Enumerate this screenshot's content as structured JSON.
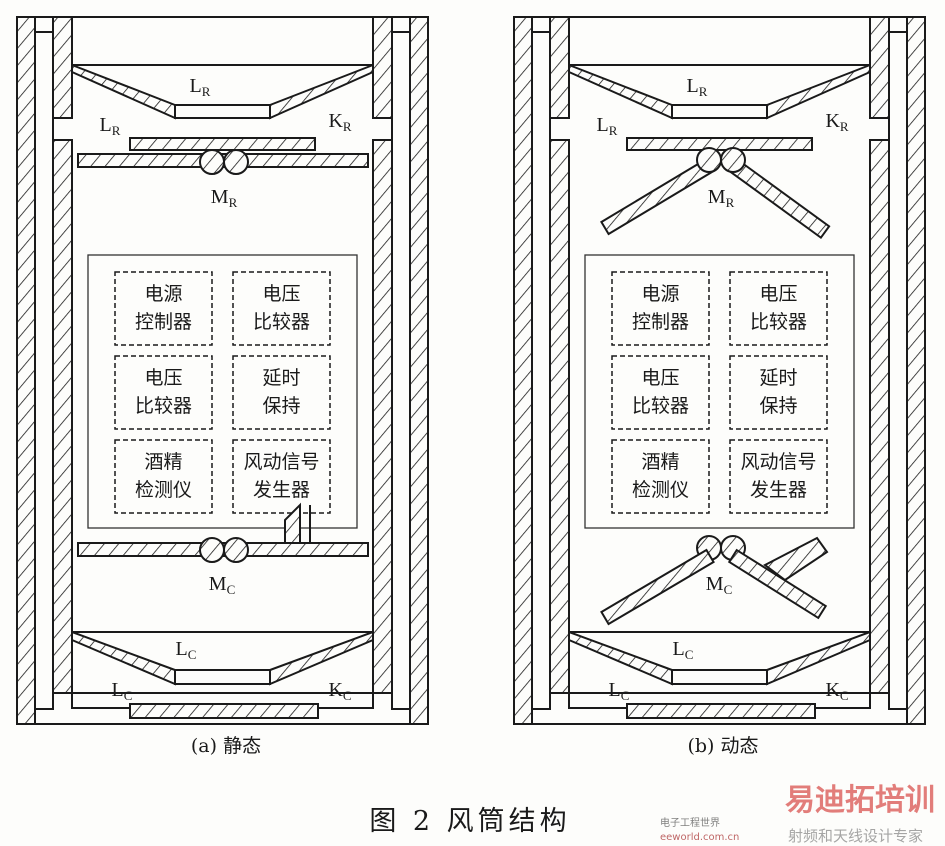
{
  "panels": [
    {
      "id": "a",
      "dynamic": false,
      "caption": "(a) 静态",
      "labels": {
        "top_cone": {
          "main": "L",
          "sub": "R"
        },
        "top_left": {
          "main": "L",
          "sub": "R"
        },
        "top_right": {
          "main": "K",
          "sub": "R"
        },
        "top_motor": {
          "main": "M",
          "sub": "R"
        },
        "bottom_motor": {
          "main": "M",
          "sub": "C"
        },
        "bottom_cone": {
          "main": "L",
          "sub": "C"
        },
        "bottom_left": {
          "main": "L",
          "sub": "C"
        },
        "bottom_right": {
          "main": "K",
          "sub": "C"
        }
      },
      "modules": [
        [
          "电源",
          "控制器"
        ],
        [
          "电压",
          "比较器"
        ],
        [
          "电压",
          "比较器"
        ],
        [
          "延时",
          "保持"
        ],
        [
          "酒精",
          "检测仪"
        ],
        [
          "风动信号",
          "发生器"
        ]
      ]
    },
    {
      "id": "b",
      "dynamic": true,
      "caption": "(b) 动态",
      "labels": {
        "top_cone": {
          "main": "L",
          "sub": "R"
        },
        "top_left": {
          "main": "L",
          "sub": "R"
        },
        "top_right": {
          "main": "K",
          "sub": "R"
        },
        "top_motor": {
          "main": "M",
          "sub": "R"
        },
        "bottom_motor": {
          "main": "M",
          "sub": "C"
        },
        "bottom_cone": {
          "main": "L",
          "sub": "C"
        },
        "bottom_left": {
          "main": "L",
          "sub": "C"
        },
        "bottom_right": {
          "main": "K",
          "sub": "C"
        }
      },
      "modules": [
        [
          "电源",
          "控制器"
        ],
        [
          "电压",
          "比较器"
        ],
        [
          "电压",
          "比较器"
        ],
        [
          "延时",
          "保持"
        ],
        [
          "酒精",
          "检测仪"
        ],
        [
          "风动信号",
          "发生器"
        ]
      ]
    }
  ],
  "figure_title": "图 2   风筒结构",
  "watermark": {
    "main": "易迪拓培训",
    "sub": "射频和天线设计专家",
    "site": "eeworld.com.cn",
    "site_cn": "电子工程世界"
  },
  "colors": {
    "ink": "#1a1a1a",
    "paper": "#fdfdfb",
    "wm_red": "#d9534f",
    "wm_blue": "#4a7fc1"
  }
}
